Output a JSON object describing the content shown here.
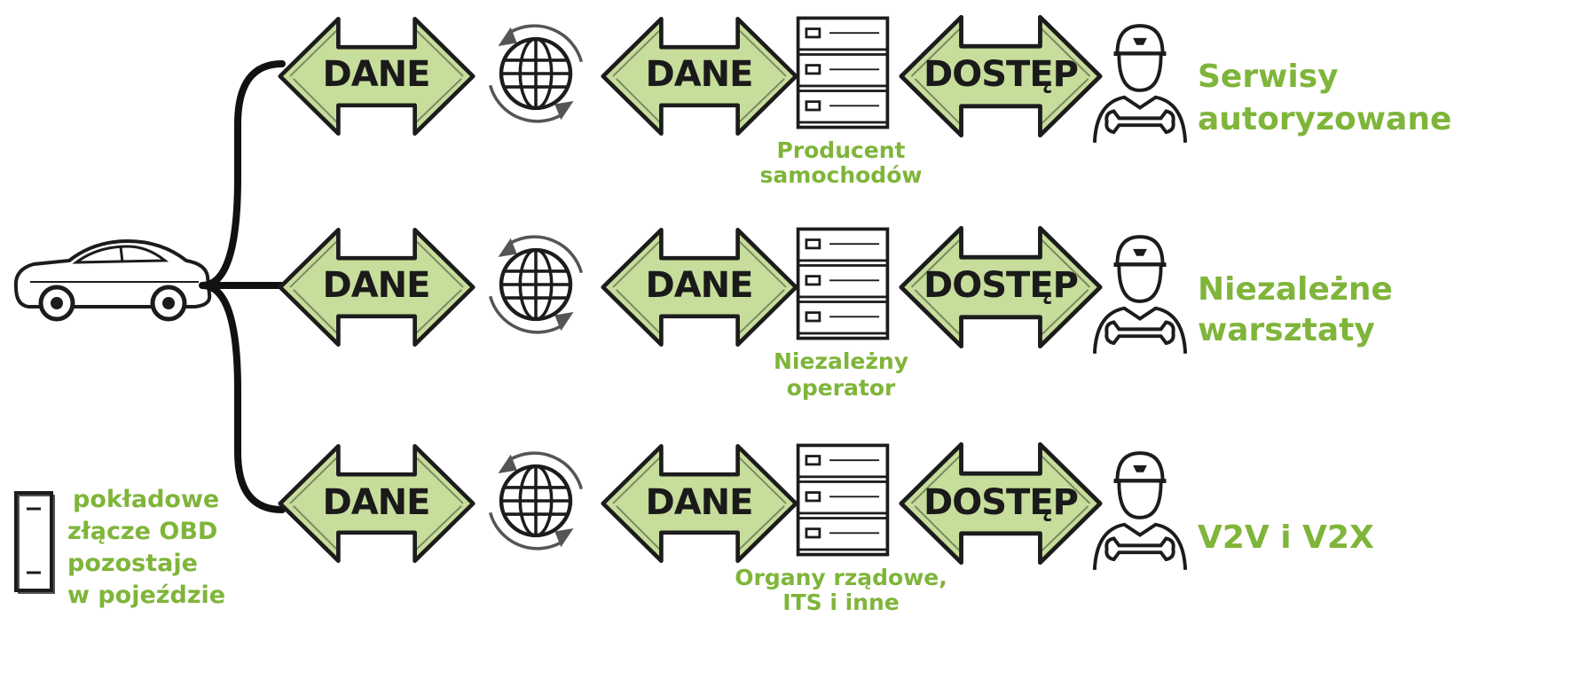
{
  "colors": {
    "arrow_fill": "#c7dd9b",
    "arrow_stroke": "#1c1c1c",
    "accent_text": "#7fb53a",
    "ink": "#1a1a1a"
  },
  "icons": {
    "vehicle": "car-icon",
    "network": "globe-refresh-icon",
    "server": "server-rack-icon",
    "recipient": "mechanic-icon",
    "connector": "obd-connector-icon"
  },
  "rows": [
    {
      "arrow1_label": "DANE",
      "arrow2_label": "DANE",
      "arrow3_label": "DOSTĘP",
      "server_label_line1": "Producent",
      "server_label_line2": "samochodów",
      "recipient_line1": "Serwisy",
      "recipient_line2": "autoryzowane"
    },
    {
      "arrow1_label": "DANE",
      "arrow2_label": "DANE",
      "arrow3_label": "DOSTĘP",
      "server_label_line1": "Niezależny",
      "server_label_line2": "operator",
      "recipient_line1": "Niezależne",
      "recipient_line2": "warsztaty"
    },
    {
      "arrow1_label": "DANE",
      "arrow2_label": "DANE",
      "arrow3_label": "DOSTĘP",
      "server_label_line1": "Organy rządowe,",
      "server_label_line2": "ITS i inne",
      "recipient_line1": "V2V  i  V2X",
      "recipient_line2": ""
    }
  ],
  "legend": {
    "line1": "pokładowe",
    "line2": "złącze OBD",
    "line3": "pozostaje",
    "line4": "w pojeździe"
  }
}
